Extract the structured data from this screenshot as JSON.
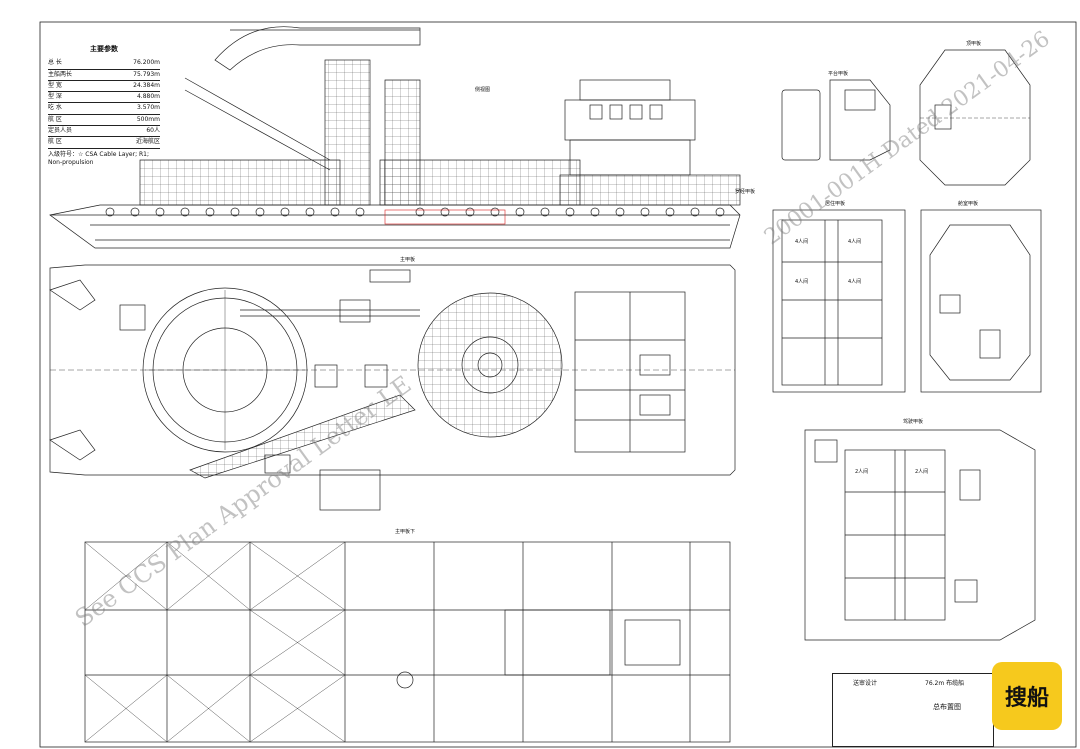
{
  "main_params": {
    "title": "主要参数",
    "rows": [
      {
        "label": "总  长",
        "value": "76.200m"
      },
      {
        "label": "主船两长",
        "value": "75.793m"
      },
      {
        "label": "型  宽",
        "value": "24.384m"
      },
      {
        "label": "型  深",
        "value": "4.880m"
      },
      {
        "label": "吃  水",
        "value": "3.570m"
      },
      {
        "label": "航  区",
        "value": "500mm"
      },
      {
        "label": "定员人员",
        "value": "60人"
      },
      {
        "label": "航  区",
        "value": "近海航区"
      }
    ],
    "class_notation": "入级符号：☆ CSA Cable Layer; R1; Non-propulsion"
  },
  "labels": {
    "side_view": "侧视图",
    "main_deck": "主甲板",
    "lower_main_deck": "主甲板下",
    "top_deck": "顶甲板",
    "platform": "平台甲板",
    "cabin_deck": "居住甲板",
    "second_deck": "舱室甲板",
    "compass": "罗经甲板",
    "bridge": "驾驶甲板",
    "rooms": [
      "4人间",
      "4人间",
      "4人间",
      "4人间",
      "2人间",
      "2人间"
    ]
  },
  "watermarks": {
    "left": "See CCS Plan Approval Letter LE",
    "right": "20001-001H Dated 2021-04-26"
  },
  "title_block": {
    "company": "送审设计",
    "project": "76.2m 布缆船",
    "drawing": "总布置图"
  },
  "logo_text": "搜船"
}
